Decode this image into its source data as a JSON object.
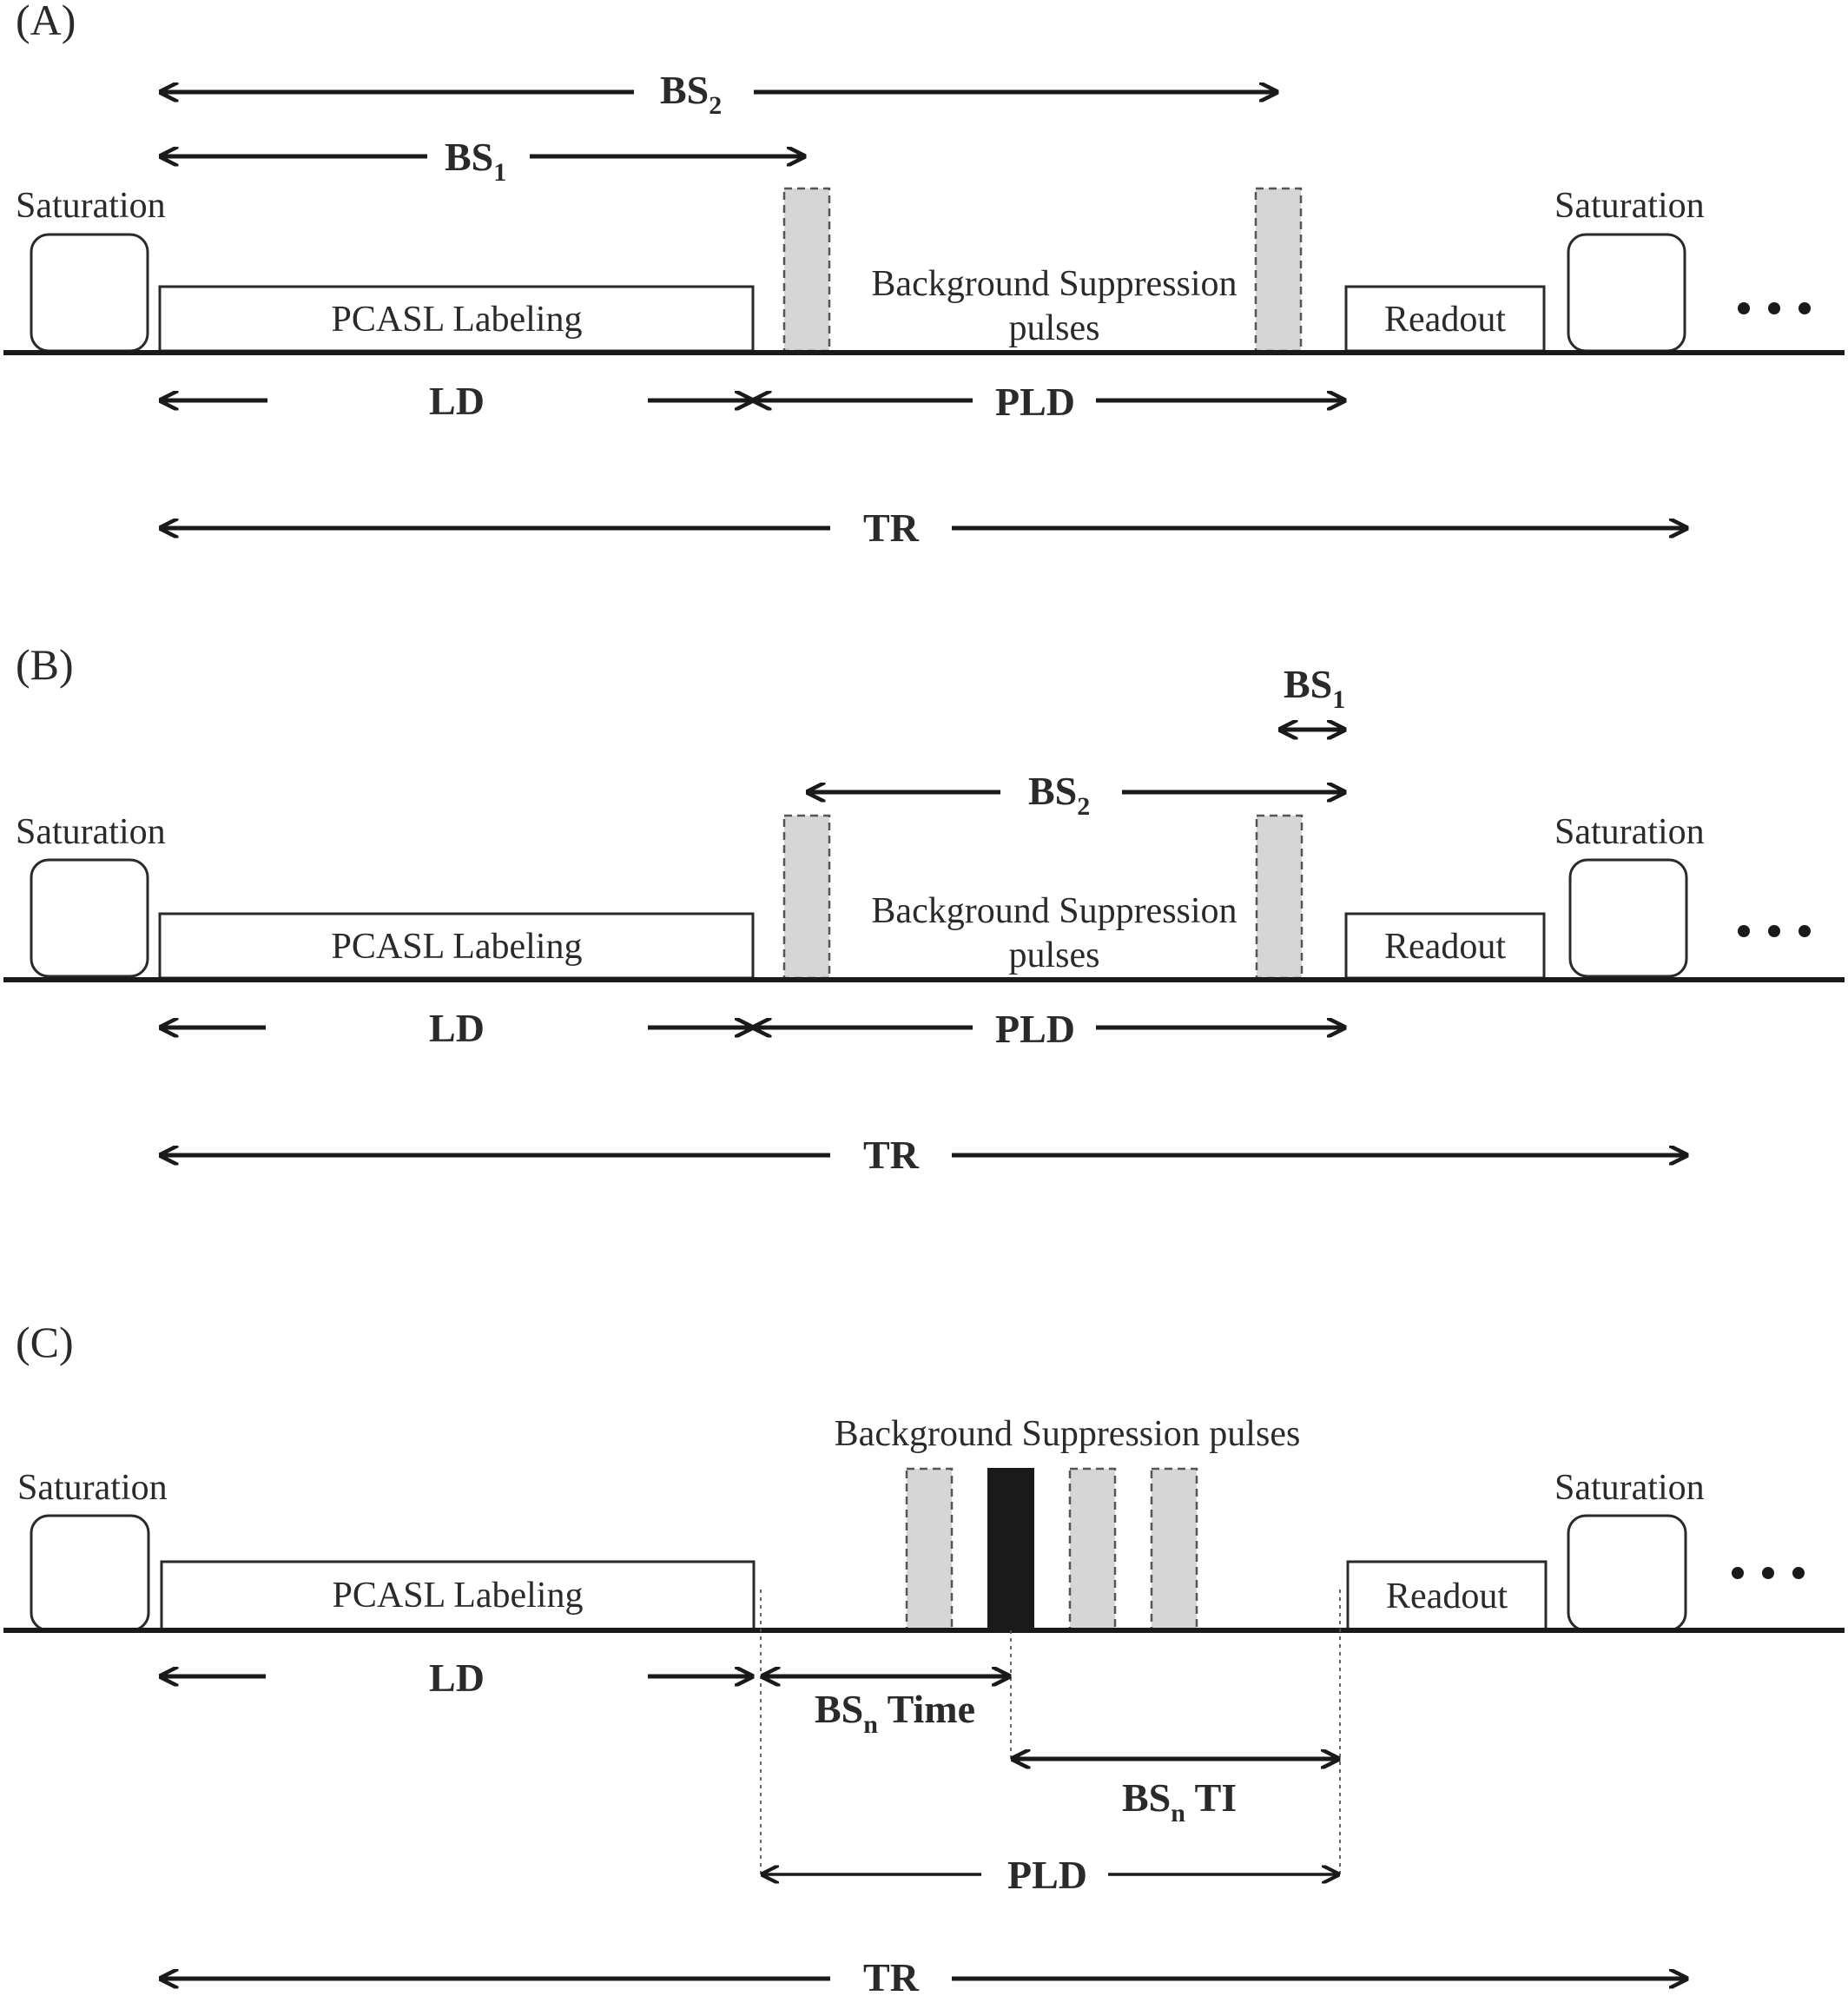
{
  "panels": {
    "A": {
      "label": "(A)"
    },
    "B": {
      "label": "(B)"
    },
    "C": {
      "label": "(C)"
    }
  },
  "labels": {
    "saturation": "Saturation",
    "pcasl": "PCASL Labeling",
    "bg_line1": "Background Suppression",
    "bg_line2": "pulses",
    "bg_oneline": "Background Suppression pulses",
    "readout": "Readout",
    "ld": "LD",
    "pld": "PLD",
    "tr": "TR",
    "bs": "BS",
    "sub1": "1",
    "sub2": "2",
    "subn": "n",
    "time": " Time",
    "ti": " TI",
    "ellipsis": "•••"
  },
  "colors": {
    "background": "#ffffff",
    "line": "#1a1a1a",
    "bs_pulse_fill": "#d6d6d6",
    "bs_pulse_active": "#1a1a1a"
  }
}
